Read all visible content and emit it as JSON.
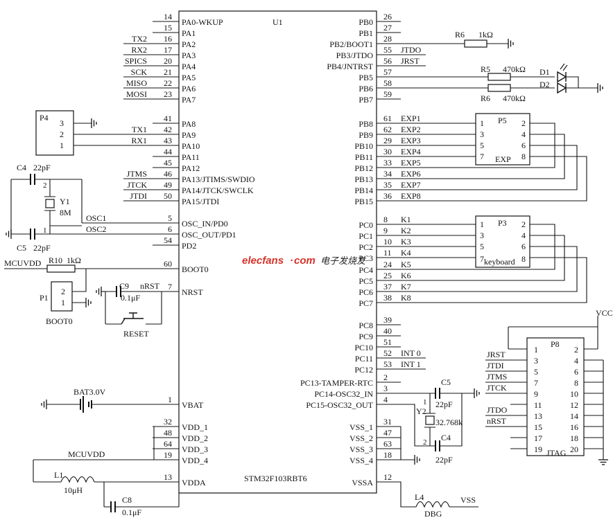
{
  "mcu": {
    "ref": "U1",
    "part": "STM32F103RBT6",
    "left_pins": [
      {
        "num": "14",
        "name": "PA0-WKUP",
        "net": ""
      },
      {
        "num": "15",
        "name": "PA1",
        "net": ""
      },
      {
        "num": "16",
        "name": "PA2",
        "net": "TX2"
      },
      {
        "num": "17",
        "name": "PA3",
        "net": "RX2"
      },
      {
        "num": "20",
        "name": "PA4",
        "net": "SPICS"
      },
      {
        "num": "21",
        "name": "PA5",
        "net": "SCK"
      },
      {
        "num": "22",
        "name": "PA6",
        "net": "MISO"
      },
      {
        "num": "23",
        "name": "PA7",
        "net": "MOSI"
      },
      {
        "num": "41",
        "name": "PA8",
        "net": ""
      },
      {
        "num": "42",
        "name": "PA9",
        "net": "TX1"
      },
      {
        "num": "43",
        "name": "PA10",
        "net": "RX1"
      },
      {
        "num": "44",
        "name": "PA11",
        "net": ""
      },
      {
        "num": "45",
        "name": "PA12",
        "net": ""
      },
      {
        "num": "46",
        "name": "PA13/JTIMS/SWDIO",
        "net": "JTMS"
      },
      {
        "num": "49",
        "name": "PA14/JTCK/SWCLK",
        "net": "JTCK"
      },
      {
        "num": "50",
        "name": "PA15/JTDI",
        "net": "JTDI"
      },
      {
        "num": "5",
        "name": "OSC_IN/PD0",
        "net": "OSC1"
      },
      {
        "num": "6",
        "name": "OSC_OUT/PD1",
        "net": "OSC2"
      },
      {
        "num": "54",
        "name": "PD2",
        "net": ""
      },
      {
        "num": "60",
        "name": "BOOT0",
        "net": ""
      },
      {
        "num": "7",
        "name": "NRST",
        "net": ""
      },
      {
        "num": "1",
        "name": "VBAT",
        "net": ""
      },
      {
        "num": "32",
        "name": "VDD_1",
        "net": ""
      },
      {
        "num": "48",
        "name": "VDD_2",
        "net": ""
      },
      {
        "num": "64",
        "name": "VDD_3",
        "net": ""
      },
      {
        "num": "19",
        "name": "VDD_4",
        "net": ""
      },
      {
        "num": "13",
        "name": "VDDA",
        "net": ""
      }
    ],
    "right_pins": [
      {
        "num": "26",
        "name": "PB0",
        "net": ""
      },
      {
        "num": "27",
        "name": "PB1",
        "net": ""
      },
      {
        "num": "28",
        "name": "PB2/BOOT1",
        "net": ""
      },
      {
        "num": "55",
        "name": "PB3/JTDO",
        "net": "JTDO"
      },
      {
        "num": "56",
        "name": "PB4/JNTRST",
        "net": "JRST"
      },
      {
        "num": "57",
        "name": "PB5",
        "net": ""
      },
      {
        "num": "58",
        "name": "PB6",
        "net": ""
      },
      {
        "num": "59",
        "name": "PB7",
        "net": ""
      },
      {
        "num": "61",
        "name": "PB8",
        "net": "EXP1"
      },
      {
        "num": "62",
        "name": "PB9",
        "net": "EXP2"
      },
      {
        "num": "29",
        "name": "PB10",
        "net": "EXP3"
      },
      {
        "num": "30",
        "name": "PB11",
        "net": "EXP4"
      },
      {
        "num": "33",
        "name": "PB12",
        "net": "EXP5"
      },
      {
        "num": "34",
        "name": "PB13",
        "net": "EXP6"
      },
      {
        "num": "35",
        "name": "PB14",
        "net": "EXP7"
      },
      {
        "num": "36",
        "name": "PB15",
        "net": "EXP8"
      },
      {
        "num": "8",
        "name": "PC0",
        "net": "K1"
      },
      {
        "num": "9",
        "name": "PC1",
        "net": "K2"
      },
      {
        "num": "10",
        "name": "PC2",
        "net": "K3"
      },
      {
        "num": "11",
        "name": "PC3",
        "net": "K4"
      },
      {
        "num": "24",
        "name": "PC4",
        "net": "K5"
      },
      {
        "num": "25",
        "name": "PC5",
        "net": "K6"
      },
      {
        "num": "37",
        "name": "PC6",
        "net": "K7"
      },
      {
        "num": "38",
        "name": "PC7",
        "net": "K8"
      },
      {
        "num": "39",
        "name": "PC8",
        "net": ""
      },
      {
        "num": "40",
        "name": "PC9",
        "net": ""
      },
      {
        "num": "51",
        "name": "PC10",
        "net": ""
      },
      {
        "num": "52",
        "name": "PC11",
        "net": "INT_0"
      },
      {
        "num": "53",
        "name": "PC12",
        "net": "INT_1"
      },
      {
        "num": "2",
        "name": "PC13-TAMPER-RTC",
        "net": ""
      },
      {
        "num": "3",
        "name": "PC14-OSC32_IN",
        "net": ""
      },
      {
        "num": "4",
        "name": "PC15-OSC32_OUT",
        "net": ""
      },
      {
        "num": "31",
        "name": "VSS_1",
        "net": ""
      },
      {
        "num": "47",
        "name": "VSS_2",
        "net": ""
      },
      {
        "num": "63",
        "name": "VSS_3",
        "net": ""
      },
      {
        "num": "18",
        "name": "VSS_4",
        "net": ""
      },
      {
        "num": "12",
        "name": "VSSA",
        "net": ""
      }
    ]
  },
  "components": {
    "r6_top": {
      "ref": "R6",
      "value": "1kΩ"
    },
    "r5": {
      "ref": "R5",
      "value": "470kΩ"
    },
    "r6_led": {
      "ref": "R6",
      "value": "470kΩ"
    },
    "d1": "D1",
    "d2": "D2",
    "r10": {
      "ref": "R10",
      "value": "1kΩ"
    },
    "c4_osc": {
      "ref": "C4",
      "value": "22pF"
    },
    "c5_osc": {
      "ref": "C5",
      "value": "22pF"
    },
    "y1": {
      "ref": "Y1",
      "value": "8M"
    },
    "y2": {
      "ref": "Y2",
      "value": "32.768k"
    },
    "c5_rtc": {
      "ref": "C5",
      "value": "22pF"
    },
    "c4_rtc": {
      "ref": "C4",
      "value": "22pF"
    },
    "c9": {
      "ref": "C9",
      "value": "0.1μF",
      "net": "nRST"
    },
    "c8": {
      "ref": "C8",
      "value": "0.1μF"
    },
    "l1": {
      "ref": "L1",
      "value": "10μH"
    },
    "l4": {
      "ref": "L4",
      "value": "DBG"
    },
    "bat": "BAT3.0V",
    "reset": "RESET",
    "p1": {
      "ref": "P1",
      "label": "BOOT0"
    },
    "p4": {
      "ref": "P4"
    }
  },
  "connectors": {
    "p5": {
      "ref": "P5",
      "label": "EXP"
    },
    "p3": {
      "ref": "P3",
      "label": "keyboard"
    },
    "p8": {
      "ref": "P8",
      "label": "JTAG"
    }
  },
  "nets": {
    "mcuvdd": "MCUVDD",
    "vcc": "VCC",
    "vss": "VSS",
    "nrst": "nRST"
  },
  "watermark": {
    "brand": "elecfans",
    "dot": "·",
    "com": "com",
    "cn": "电子发烧友"
  }
}
